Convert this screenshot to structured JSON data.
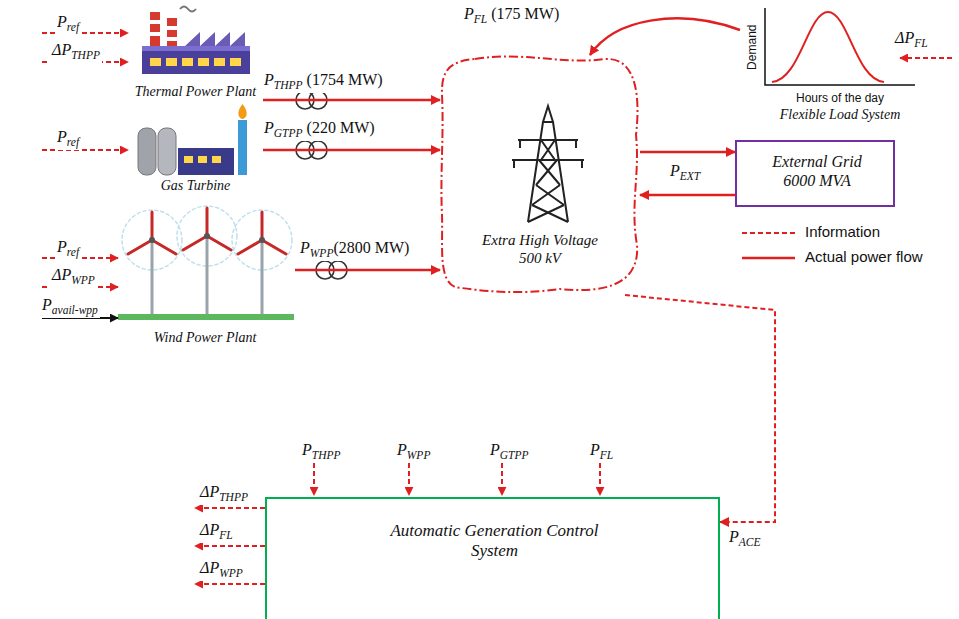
{
  "diagram": {
    "nodes": [
      {
        "text": [
          "Thermal Power Plant"
        ]
      },
      {
        "text": [
          "Gas Turbine"
        ]
      },
      {
        "text": [
          "Wind Power Plant"
        ]
      },
      {
        "text": [
          "Demand",
          "Hours of the day",
          "Flexible Load System"
        ]
      },
      {
        "text": [
          "Extra High Voltage 500 kV"
        ]
      },
      {
        "text": [
          "External Grid 6000 MVA"
        ]
      },
      {
        "text": [
          "Automatic Generation Control System"
        ]
      }
    ],
    "edges": [
      {
        "from": 0,
        "to": 4,
        "label": "PTHPP (1754 MW)",
        "arrow": "to"
      },
      {
        "from": 1,
        "to": 4,
        "label": "PGTPP (220 MW)",
        "arrow": "to"
      },
      {
        "from": 2,
        "to": 4,
        "label": "PWPP(2800 MW)",
        "arrow": "to"
      },
      {
        "from": 3,
        "to": 4,
        "label": "PFL (175 MW)",
        "arrow": "to"
      },
      {
        "from": 4,
        "to": 5,
        "arrow": "to"
      },
      {
        "from": 5,
        "to": 4,
        "label": "PEXT",
        "arrow": "to"
      },
      {
        "from": 4,
        "to": 6,
        "label": "PACE",
        "arrow": "to"
      }
    ],
    "labels": [
      "Pref",
      "ΔPTHPP",
      "Pref",
      "Pref",
      "ΔPWPP",
      "Pavail-wpp",
      "ΔPFL",
      "PTHPP",
      "PWPP",
      "PGTPP",
      "PFL",
      "ΔPTHPP",
      "ΔPFL",
      "ΔPWPP"
    ],
    "legend": [
      {
        "text": "Information"
      },
      {
        "text": "Actual power flow"
      }
    ]
  }
}
